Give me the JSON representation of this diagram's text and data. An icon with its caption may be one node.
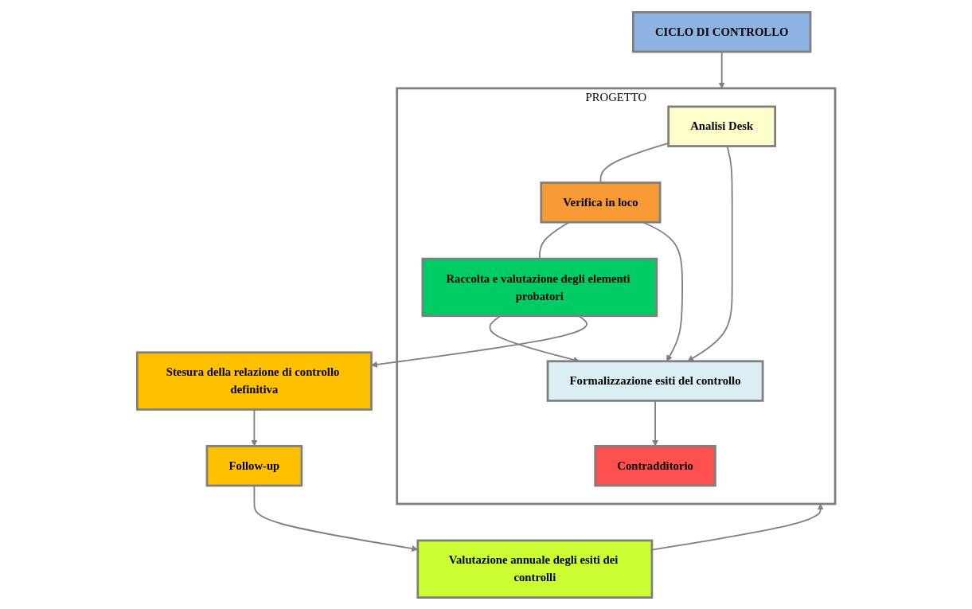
{
  "diagram": {
    "nodes": [
      {
        "text": [
          "CICLO DI CONTROLLO"
        ]
      },
      {
        "text": [
          "PROGETTO"
        ]
      },
      {
        "text": [
          "Analisi Desk"
        ],
        "in": 1
      },
      {
        "text": [
          "Verifica in loco"
        ],
        "in": 1
      },
      {
        "text": [
          "Raccolta e valutazione degli elementi probatori"
        ],
        "in": 1
      },
      {
        "text": [
          "Formalizzazione esiti del controllo"
        ],
        "in": 1
      },
      {
        "text": [
          "Contradditorio"
        ],
        "in": 1
      },
      {
        "text": [
          "Valutazione annuale degli esiti dei controlli"
        ]
      },
      {
        "text": [
          "Stesura della relazione di controllo definitiva"
        ]
      },
      {
        "text": [
          "Follow-up"
        ]
      }
    ],
    "edges": [
      {
        "from": 0,
        "to": 1,
        "arrow": "to"
      },
      {
        "from": 7,
        "to": 1,
        "arrow": "to"
      },
      {
        "from": 2,
        "to": 3,
        "arrow": "none"
      },
      {
        "from": 3,
        "to": 4,
        "arrow": "none"
      },
      {
        "from": 2,
        "to": 5,
        "arrow": "to"
      },
      {
        "from": 3,
        "to": 5,
        "arrow": "to"
      },
      {
        "from": 4,
        "to": 5,
        "arrow": "to"
      },
      {
        "from": 5,
        "to": 6,
        "arrow": "to"
      },
      {
        "from": 4,
        "to": 8,
        "arrow": "to"
      },
      {
        "from": 8,
        "to": 9,
        "arrow": "to"
      },
      {
        "from": 9,
        "to": 7,
        "arrow": "to"
      }
    ]
  }
}
